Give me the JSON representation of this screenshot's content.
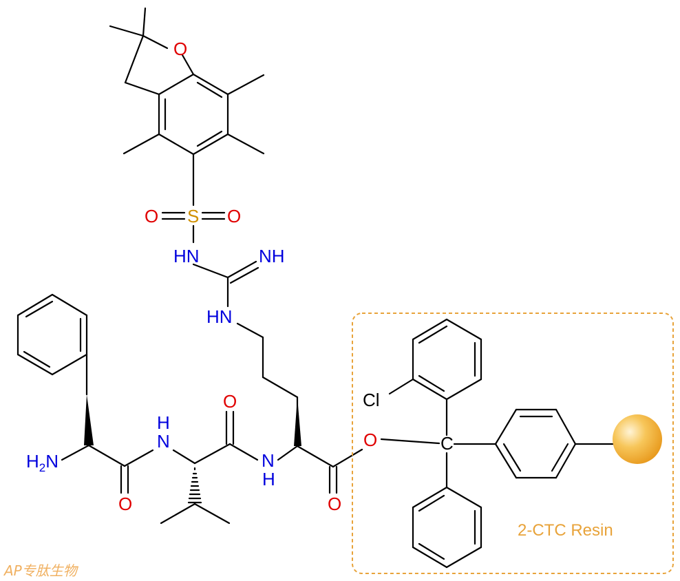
{
  "labels": {
    "o_furan": "O",
    "s": "S",
    "o_s_left": "O",
    "o_s_right": "O",
    "hn_sulfonyl": "HN",
    "nh_imine": "NH",
    "hn_guan": "HN",
    "h2n": "H",
    "h2n_sub": "2",
    "h2n_n": "N",
    "n_amide1": "N",
    "h_amide1": "H",
    "o_amide1": "O",
    "o_amide2": "O",
    "n_amide2": "N",
    "h_amide2": "H",
    "o_ester_c": "O",
    "o_ester": "O",
    "cl": "Cl",
    "c_trityl": "C",
    "resin": "2-CTC Resin",
    "watermark": "AP专肽生物"
  },
  "colors": {
    "oxygen": "#e00000",
    "nitrogen": "#0000dd",
    "sulfur": "#d09000",
    "carbon": "#000000",
    "resin": "#e8a33a"
  }
}
